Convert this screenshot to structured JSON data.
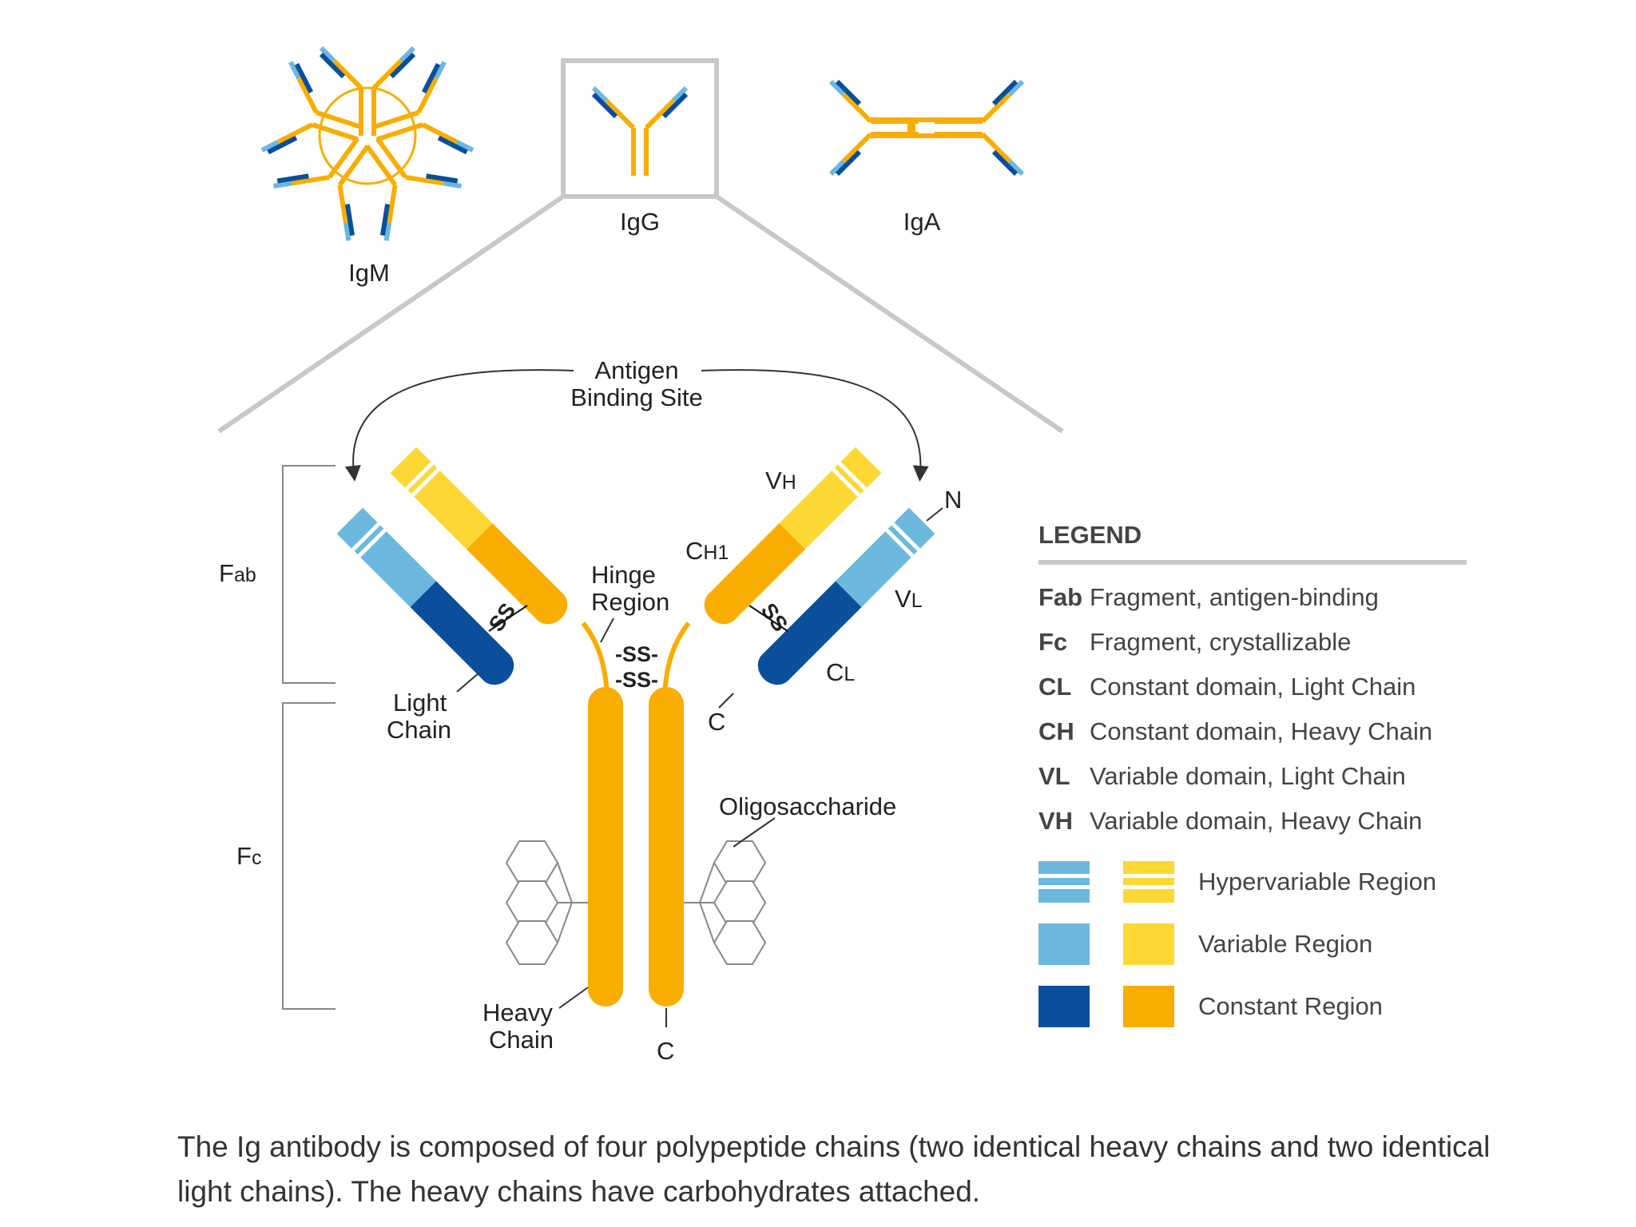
{
  "isotypes": {
    "igm": "IgM",
    "igg": "IgG",
    "iga": "IgA"
  },
  "antigen_binding_site": {
    "line1": "Antigen",
    "line2": "Binding Site"
  },
  "brackets": {
    "fab": {
      "main": "F",
      "sub": "ab"
    },
    "fc": {
      "main": "F",
      "sub": "c"
    }
  },
  "labels": {
    "vh": {
      "main": "V",
      "sub": "H"
    },
    "ch1": {
      "main": "C",
      "sub": "H1"
    },
    "vl": {
      "main": "V",
      "sub": "L"
    },
    "cl": {
      "main": "C",
      "sub": "L"
    },
    "n_terminus": "N",
    "c_terminus_light": "C",
    "c_terminus_heavy": "C",
    "hinge": {
      "line1": "Hinge",
      "line2": "Region"
    },
    "light_chain": {
      "line1": "Light",
      "line2": "Chain"
    },
    "heavy_chain": {
      "line1": "Heavy",
      "line2": "Chain"
    },
    "oligosaccharide": "Oligosaccharide",
    "ss": "SS",
    "hinge_ss_top": "-SS-",
    "hinge_ss_bottom": "-SS-"
  },
  "legend": {
    "title": "LEGEND",
    "items": [
      {
        "abbr": "Fab",
        "desc": "Fragment, antigen-binding"
      },
      {
        "abbr": "Fc",
        "desc": "Fragment, crystallizable"
      },
      {
        "abbr": "CL",
        "desc": "Constant domain, Light Chain"
      },
      {
        "abbr": "CH",
        "desc": "Constant domain, Heavy Chain"
      },
      {
        "abbr": "VL",
        "desc": "Variable domain, Light Chain"
      },
      {
        "abbr": "VH",
        "desc": "Variable domain, Heavy Chain"
      }
    ],
    "swatches": [
      {
        "label": "Hypervariable Region",
        "light_color": "#6cb8de",
        "heavy_color": "#fdd835"
      },
      {
        "label": "Variable Region",
        "light_color": "#6cb8de",
        "heavy_color": "#fdd835"
      },
      {
        "label": "Constant Region",
        "light_color": "#0b4f9c",
        "heavy_color": "#f8ad00"
      }
    ]
  },
  "colors": {
    "heavy_constant": "#f8ad00",
    "heavy_variable": "#fdd835",
    "light_constant": "#0b4f9c",
    "light_variable": "#6cb8de",
    "frame_gray": "#c8c8c8"
  },
  "caption": "The Ig antibody is composed of four polypeptide chains (two identical heavy chains and two identical light chains). The heavy chains have carbohydrates attached."
}
